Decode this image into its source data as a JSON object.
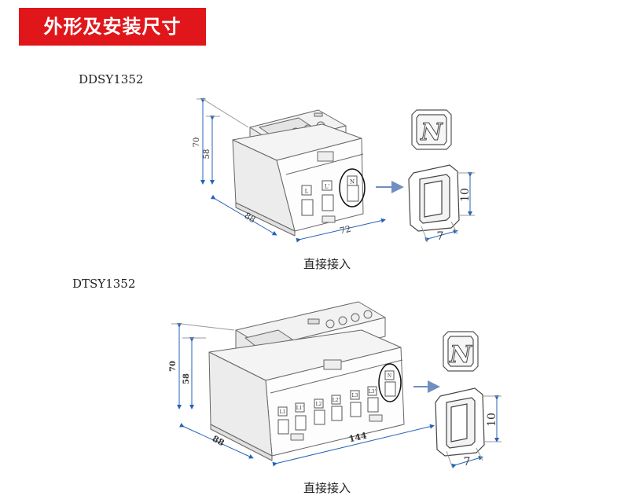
{
  "header": {
    "title": "外形及安装尺寸"
  },
  "devices": [
    {
      "model": "DDSY1352",
      "caption": "直接接入",
      "dims": {
        "height_total": "70",
        "height_body": "58",
        "depth": "88",
        "width": "72"
      },
      "terminal_labels": [
        "L",
        "L'",
        "N"
      ],
      "cover_dims": {
        "height": "10",
        "width": "7"
      },
      "cover_label": "N"
    },
    {
      "model": "DTSY1352",
      "caption": "直接接入",
      "dims": {
        "height_total": "70",
        "height_body": "58",
        "depth": "88",
        "width": "144"
      },
      "terminal_labels": [
        "L1",
        "L1'",
        "L2",
        "L2'",
        "L3",
        "L3'",
        "N"
      ],
      "cover_dims": {
        "height": "10",
        "width": "7"
      },
      "cover_label": "N"
    }
  ],
  "colors": {
    "header_bg": "#e0161b",
    "arrow": "#6f8fc0",
    "dimension": "#2563b8",
    "outline": "#666666"
  }
}
